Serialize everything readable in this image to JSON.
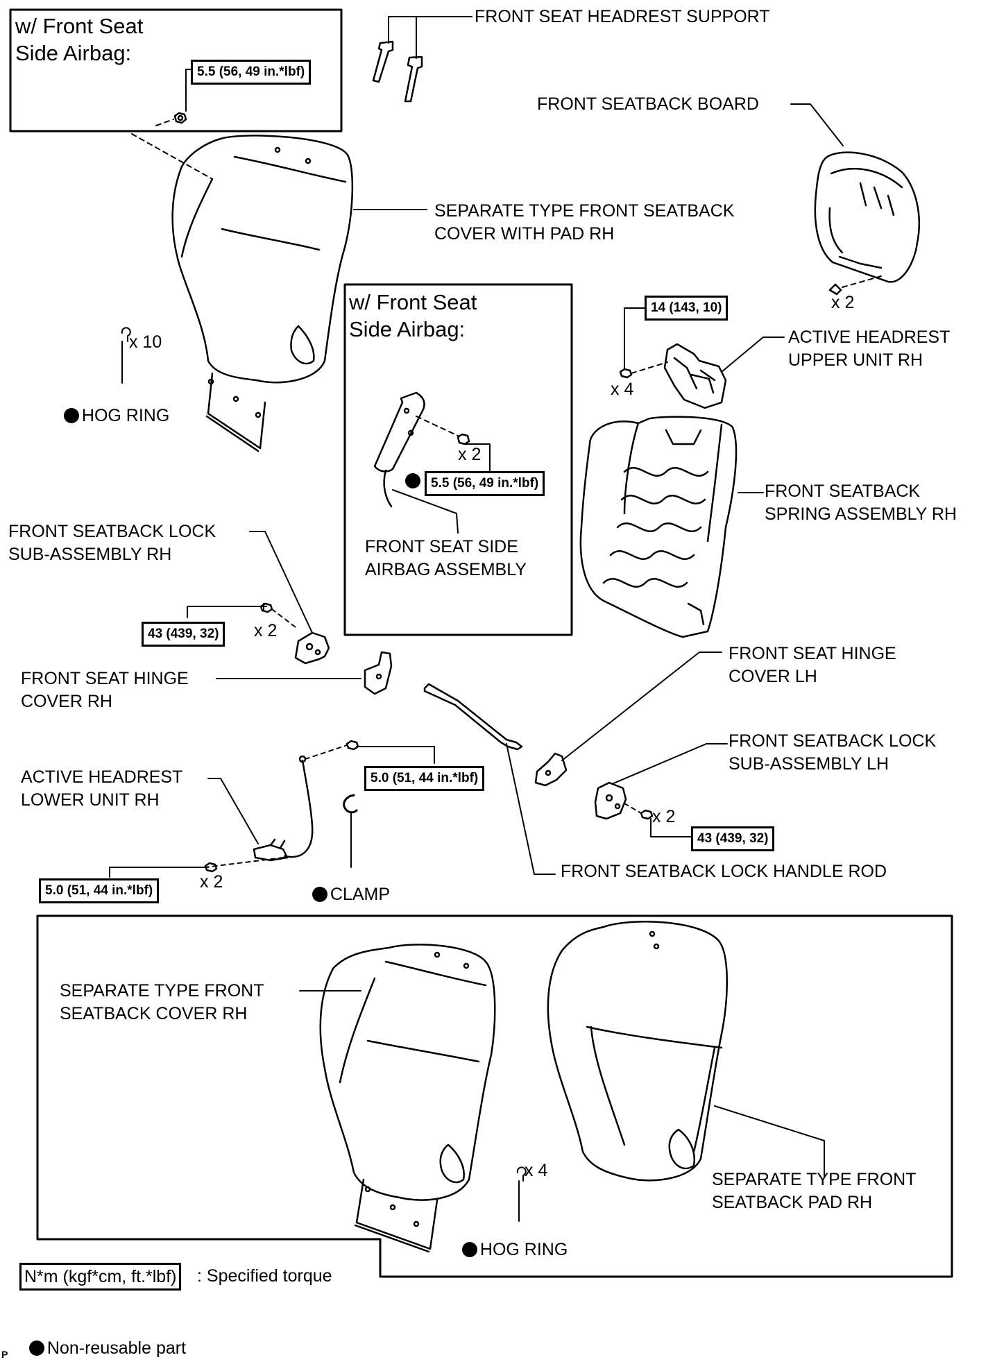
{
  "labels": {
    "headrest_support": "FRONT SEAT HEADREST SUPPORT",
    "seatback_board": "FRONT SEATBACK BOARD",
    "cover_with_pad_rh": "SEPARATE TYPE FRONT SEATBACK\nCOVER WITH PAD RH",
    "headrest_upper_unit_rh": "ACTIVE HEADREST\nUPPER UNIT RH",
    "seatback_spring_assembly_rh": "FRONT SEATBACK\nSPRING ASSEMBLY RH",
    "side_airbag_assembly": "FRONT SEAT SIDE\nAIRBAG ASSEMBLY",
    "seatback_lock_sub_rh": "FRONT SEATBACK LOCK\nSUB-ASSEMBLY RH",
    "hinge_cover_rh": "FRONT SEAT HINGE\nCOVER RH",
    "hinge_cover_lh": "FRONT SEAT HINGE\nCOVER LH",
    "seatback_lock_sub_lh": "FRONT SEATBACK LOCK\nSUB-ASSEMBLY LH",
    "headrest_lower_unit_rh": "ACTIVE HEADREST\nLOWER UNIT RH",
    "lock_handle_rod": "FRONT SEATBACK LOCK HANDLE ROD",
    "clamp": "CLAMP",
    "hog_ring_top": "HOG RING",
    "hog_ring_bottom": "HOG RING",
    "seatback_cover_rh": "SEPARATE TYPE FRONT\nSEATBACK COVER RH",
    "seatback_pad_rh": "SEPARATE TYPE FRONT\nSEATBACK PAD RH"
  },
  "boxes": {
    "airbag_box_top_title": "w/ Front Seat\nSide Airbag:",
    "airbag_box_mid_title": "w/ Front Seat\nSide Airbag:"
  },
  "torques": {
    "t_top_airbag": "5.5 (56, 49 in.*lbf)",
    "t_mid_airbag": "5.5 (56, 49 in.*lbf)",
    "t_upper_unit": "14 (143, 10)",
    "t_lock_rh": "43 (439, 32)",
    "t_lock_lh": "43 (439, 32)",
    "t_lower_unit_top": "5.0 (51, 44 in.*lbf)",
    "t_lower_unit_bottom": "5.0 (51, 44 in.*lbf)"
  },
  "quantities": {
    "hog_ring_top": "x 10",
    "board_clip": "x 2",
    "upper_unit_nut": "x 4",
    "airbag_nut": "x 2",
    "lock_rh_bolt": "x 2",
    "lock_lh_bolt": "x 2",
    "lower_unit_nut": "x 2",
    "hog_ring_bottom": "x 4"
  },
  "legend": {
    "torque_key": "N*m (kgf*cm, ft.*lbf)",
    "torque_desc": ": Specified torque",
    "non_reusable": "Non-reusable part"
  },
  "corner_mark": "P"
}
